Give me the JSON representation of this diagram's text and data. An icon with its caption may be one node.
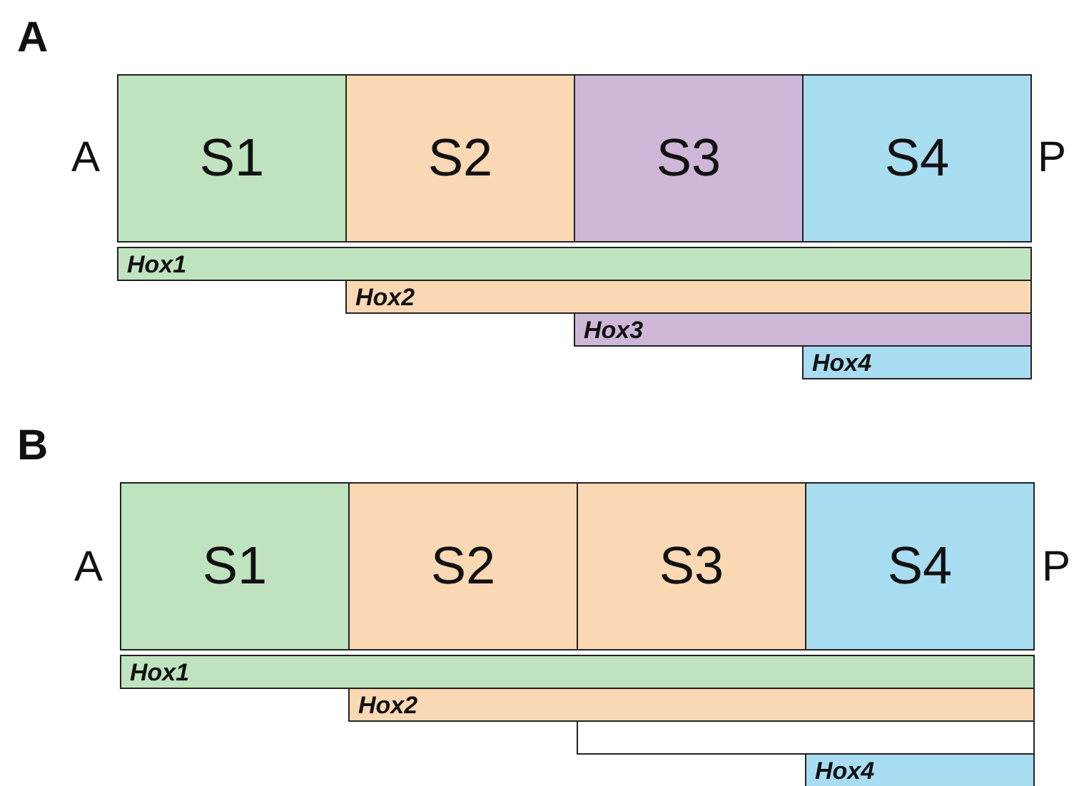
{
  "diagram": {
    "nodes": [
      {
        "text": [
          "S1"
        ]
      },
      {
        "text": [
          "S2"
        ]
      },
      {
        "text": [
          "S3"
        ]
      },
      {
        "text": [
          "S4"
        ]
      },
      {
        "text": [
          "Hox1"
        ]
      },
      {
        "text": [
          "Hox2"
        ]
      },
      {
        "text": [
          "Hox3"
        ]
      },
      {
        "text": [
          "Hox4"
        ]
      },
      {
        "text": [
          "S1"
        ]
      },
      {
        "text": [
          "S2"
        ]
      },
      {
        "text": [
          "S3"
        ]
      },
      {
        "text": [
          "S4"
        ]
      },
      {
        "text": [
          "Hox1"
        ]
      },
      {
        "text": [
          "Hox2"
        ]
      },
      {
        "text": [],
        "shape": "bar"
      },
      {
        "text": [
          "Hox4"
        ]
      }
    ],
    "labels": [
      "A",
      "A",
      "P",
      "B",
      "A",
      "P"
    ]
  }
}
